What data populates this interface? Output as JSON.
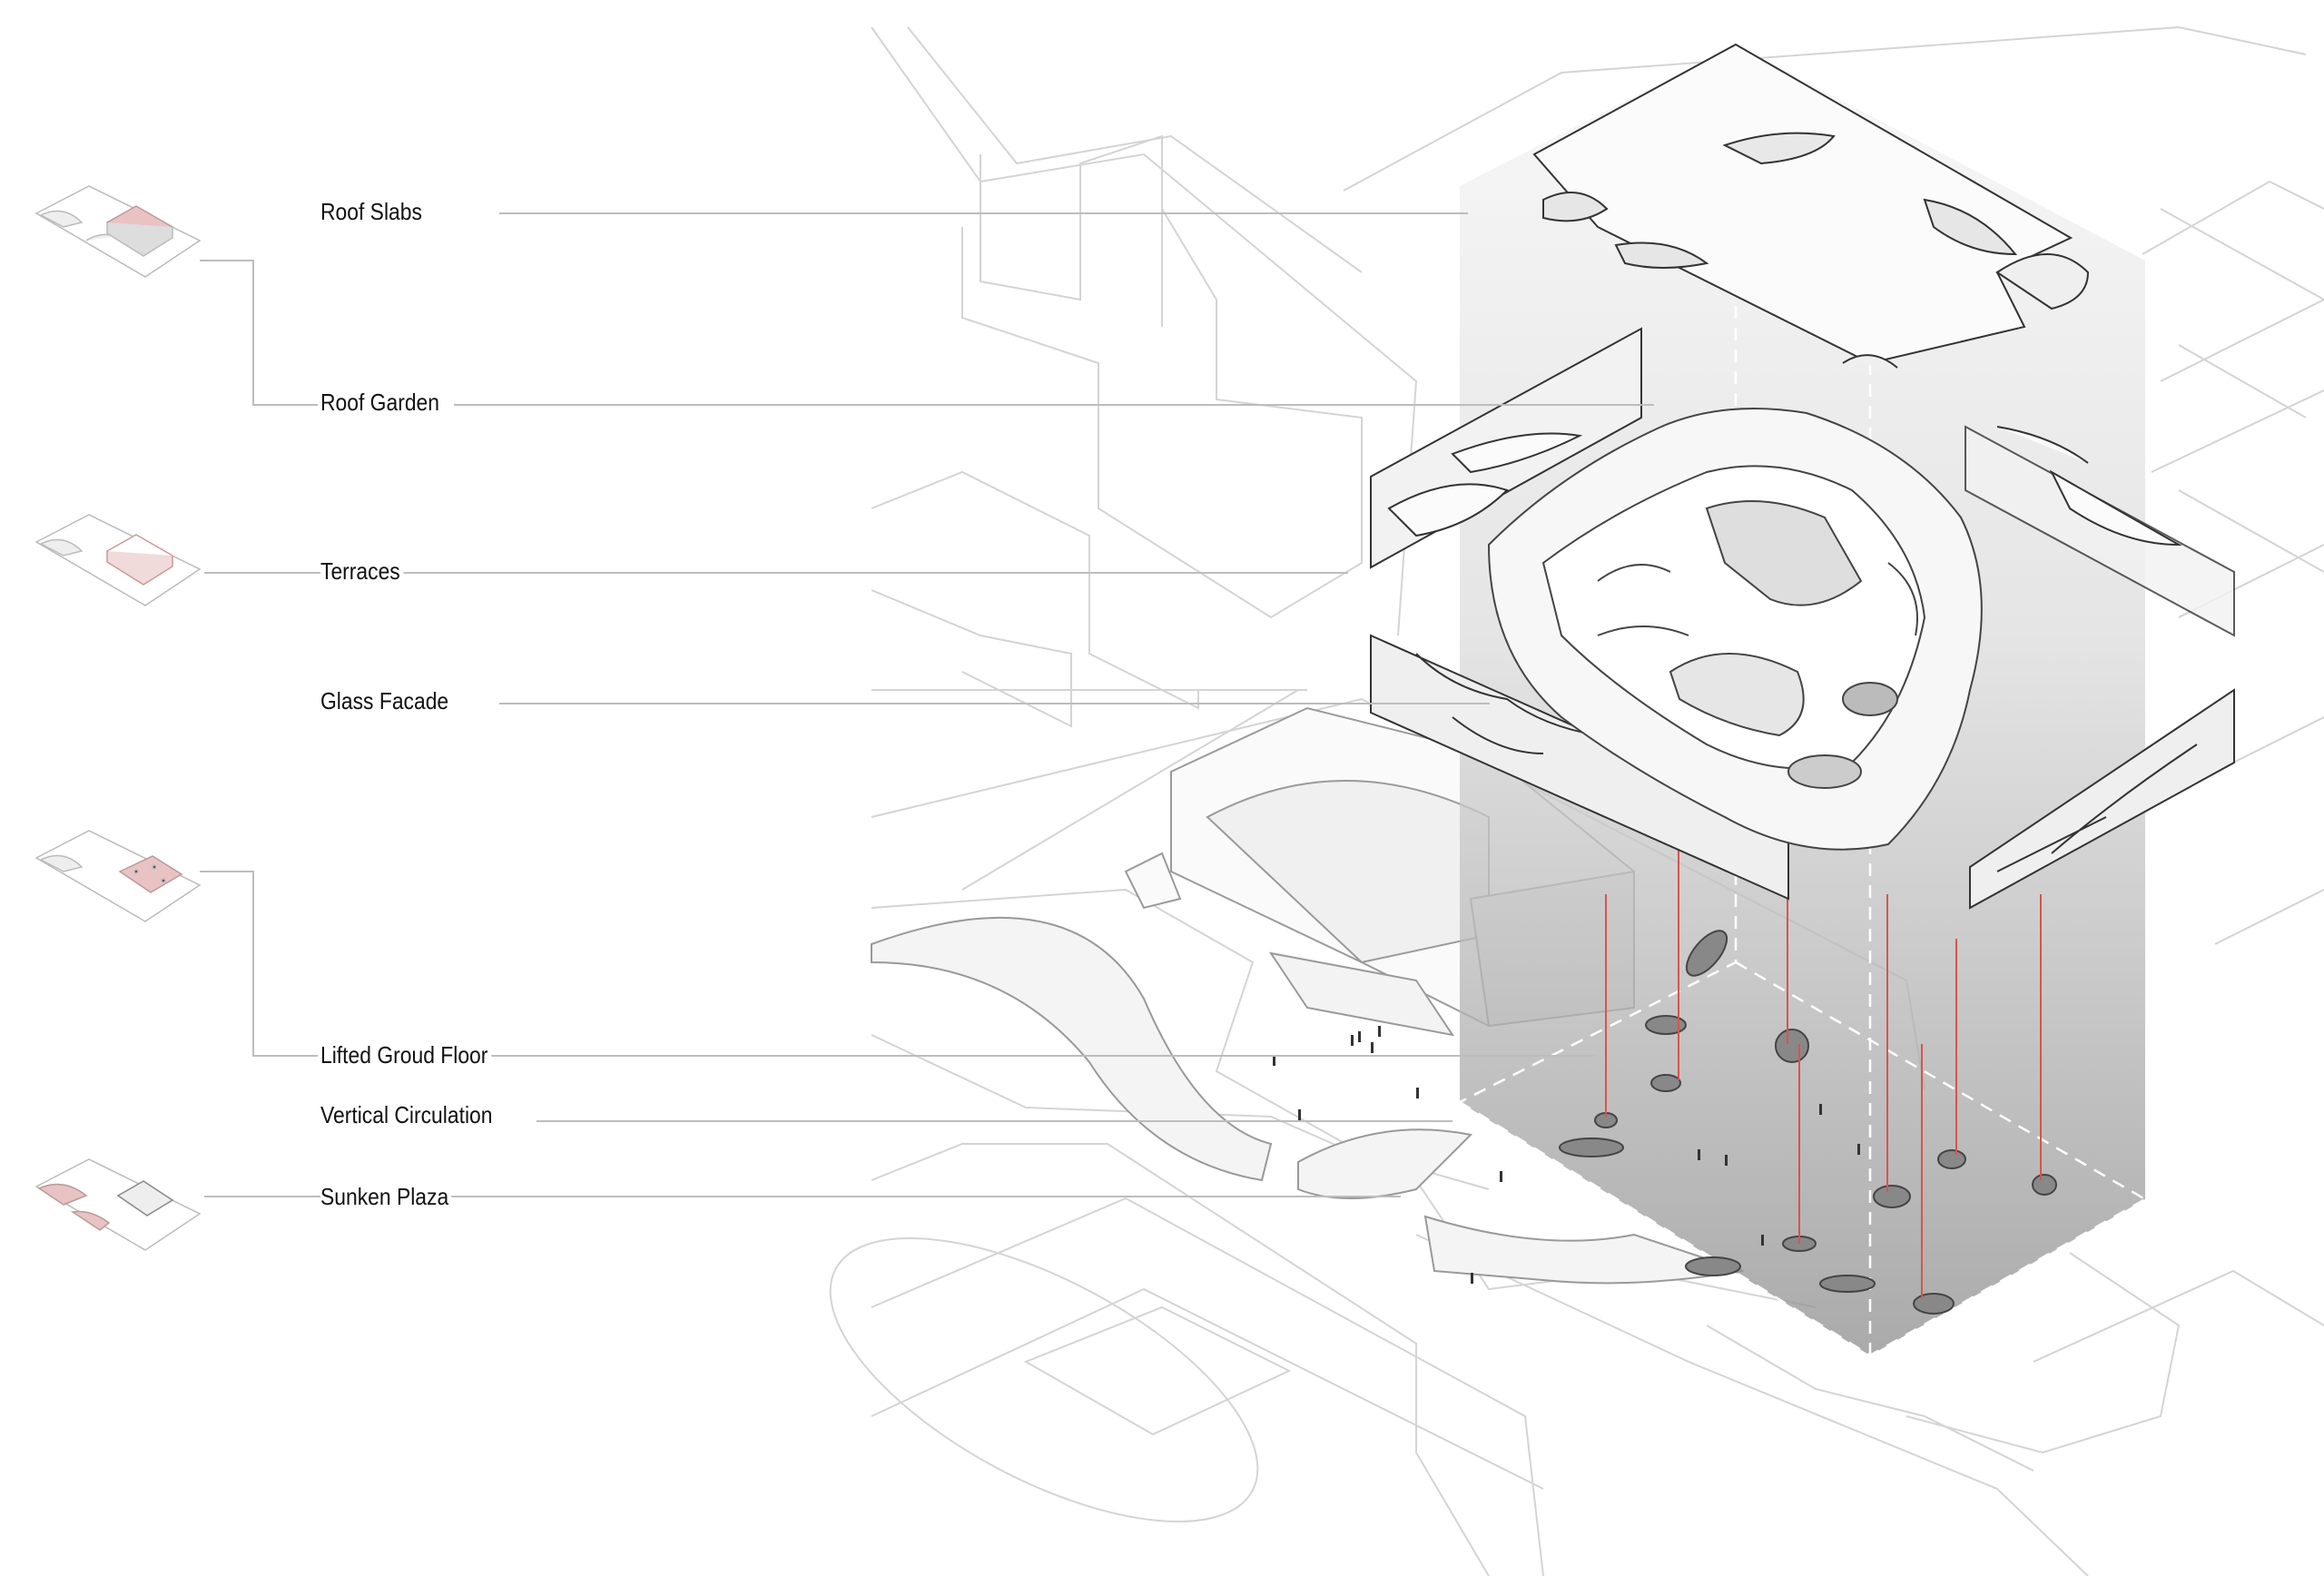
{
  "labels": [
    {
      "text": "Roof Slabs"
    },
    {
      "text": "Roof Garden"
    },
    {
      "text": "Terraces"
    },
    {
      "text": "Glass Facade"
    },
    {
      "text": "Lifted Groud Floor"
    },
    {
      "text": "Vertical Circulation"
    },
    {
      "text": "Sunken Plaza"
    }
  ],
  "colors": {
    "highlight": "#e9c2c4",
    "circulation": "#d9534f",
    "line": "#bdbdbd",
    "text": "#111111"
  }
}
